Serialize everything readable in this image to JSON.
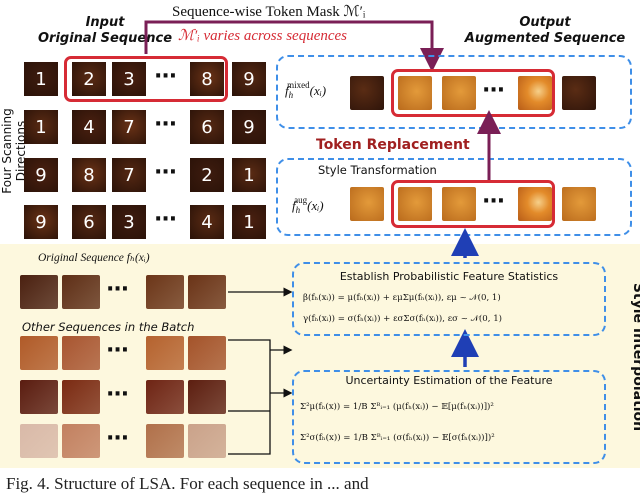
{
  "header": {
    "mask_title": "Sequence-wise Token Mask ℳ′ᵢ",
    "mask_note": "ℳ′ᵢ varies across sequences",
    "input_title_1": "Input",
    "input_title_2": "Original Sequence",
    "output_title_1": "Output",
    "output_title_2": "Augmented Sequence"
  },
  "scan": {
    "label": "Four Scanning Directions",
    "rows": [
      {
        "cells": [
          "1",
          "2",
          "3",
          "8",
          "9"
        ]
      },
      {
        "cells": [
          "1",
          "4",
          "7",
          "6",
          "9"
        ]
      },
      {
        "cells": [
          "9",
          "8",
          "7",
          "2",
          "1"
        ]
      },
      {
        "cells": [
          "9",
          "6",
          "3",
          "4",
          "1"
        ]
      }
    ],
    "ellipsis": "···"
  },
  "features": {
    "mixed_label_main": "f",
    "mixed_label_sup": "mixed",
    "mixed_label_sub": "h",
    "mixed_label_arg": "(xᵢ)",
    "aug_label_main": "f",
    "aug_label_sup": "aug",
    "aug_label_sub": "h",
    "aug_label_arg": "(xᵢ)",
    "token_replacement": "Token Replacement",
    "style_transformation": "Style Transformation"
  },
  "interp": {
    "title": "Style Interpolation",
    "original_seq": "Original Sequence fₕ(xᵢ)",
    "other_seq": "Other Sequences in the Batch",
    "establish_title": "Establish Probabilistic Feature Statistics",
    "establish_eq1": "β(fₕ(xᵢ)) = μ(fₕ(xᵢ)) + εμΣμ(fₕ(xᵢ)),     εμ ~ 𝒩(0, 1)",
    "establish_eq2": "γ(fₕ(xᵢ)) = σ(fₕ(xᵢ)) + εσΣσ(fₕ(xᵢ)),     εσ ~ 𝒩(0, 1)",
    "uncertainty_title": "Uncertainty Estimation of the Feature",
    "uncertainty_eq1": "Σ²μ(fₕ(x)) = 1/B Σᴮᵢ₌₁ (μ(fₕ(xᵢ)) − 𝔼[μ(fₕ(xᵢ))])²",
    "uncertainty_eq2": "Σ²σ(fₕ(x)) = 1/B Σᴮᵢ₌₁ (σ(fₕ(xᵢ)) − 𝔼[σ(fₕ(xᵢ))])²"
  },
  "caption": "Fig. 4.  Structure of LSA.  For each sequence  in  ...  and",
  "colors": {
    "mask_red": "#d62b35",
    "arrow_purple": "#7a1f56",
    "dashed_blue": "#3f8fe8",
    "up_arrow_blue": "#1f3fb5",
    "interp_bg": "#fdf8de",
    "token_dark": "#4a2616",
    "token_aug": "#c9801f"
  }
}
